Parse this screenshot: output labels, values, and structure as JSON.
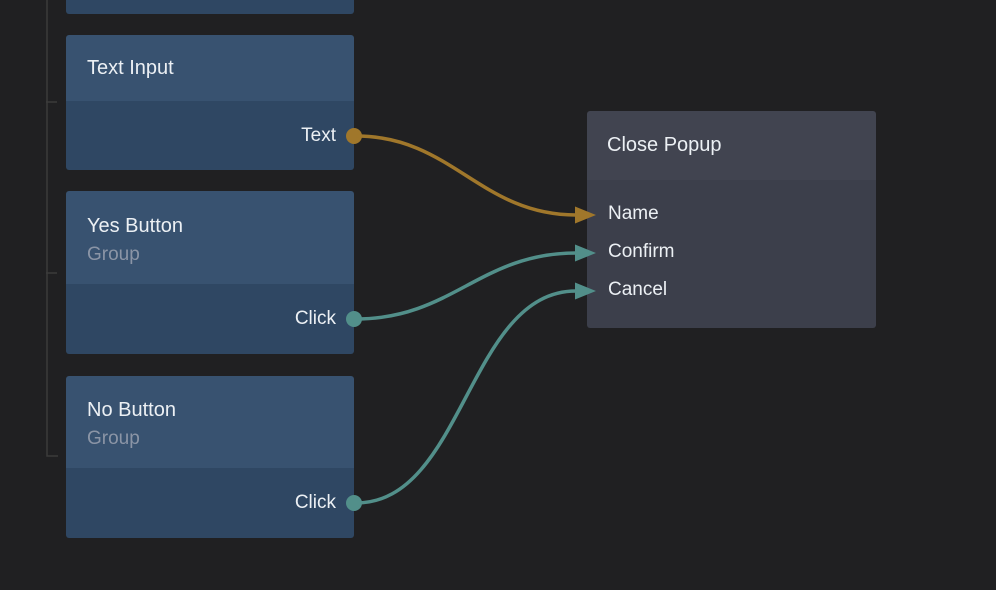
{
  "colors": {
    "bg": "#202022",
    "node-header": "#385270",
    "node-body": "#2f4763",
    "popup-header": "#414450",
    "popup-body": "#3c3f4b",
    "wire-gold": "#a0772b",
    "wire-teal": "#528f8a",
    "title": "#ecf0f4",
    "subtitle": "#8b95a6",
    "tree-line": "#3b3b3b"
  },
  "nodes": {
    "text_input": {
      "title": "Text Input",
      "output": {
        "label": "Text",
        "type": "gold"
      }
    },
    "yes_button": {
      "title": "Yes Button",
      "subtitle": "Group",
      "output": {
        "label": "Click",
        "type": "teal"
      }
    },
    "no_button": {
      "title": "No Button",
      "subtitle": "Group",
      "output": {
        "label": "Click",
        "type": "teal"
      }
    },
    "close_popup": {
      "title": "Close Popup",
      "inputs": [
        {
          "label": "Name",
          "type": "gold"
        },
        {
          "label": "Confirm",
          "type": "teal"
        },
        {
          "label": "Cancel",
          "type": "teal"
        }
      ]
    }
  },
  "connections": [
    {
      "from": "Text Input.Text",
      "to": "Close Popup.Name",
      "color": "gold"
    },
    {
      "from": "Yes Button.Click",
      "to": "Close Popup.Confirm",
      "color": "teal"
    },
    {
      "from": "No Button.Click",
      "to": "Close Popup.Cancel",
      "color": "teal"
    }
  ]
}
